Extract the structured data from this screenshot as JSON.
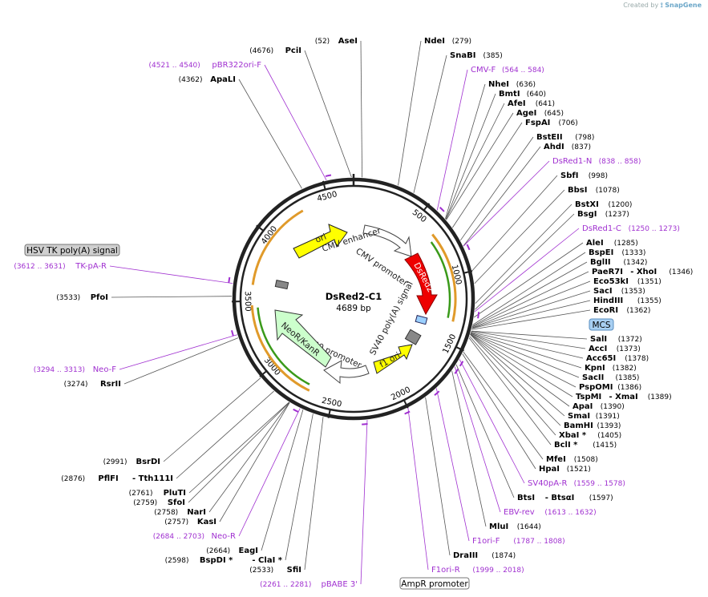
{
  "watermark": {
    "prefix": "Created by",
    "brand": "SnapGene"
  },
  "plasmid": {
    "name": "DsRed2-C1",
    "length_label": "4689 bp",
    "length": 4689
  },
  "ticks": [
    "500",
    "1000",
    "1500",
    "2000",
    "2500",
    "3000",
    "3500",
    "4000",
    "4500"
  ],
  "features_inner": [
    {
      "label": "ori",
      "color": "#ffff00"
    },
    {
      "label": "CMV enhancer",
      "color": "#ffffff"
    },
    {
      "label": "CMV promoter",
      "color": "#ffffff"
    },
    {
      "label": "DsRed2",
      "color": "#ee0000"
    },
    {
      "label": "SV40 poly(A) signal",
      "color": "#9bd0ff"
    },
    {
      "label": "f1 ori",
      "color": "#ffff00"
    },
    {
      "label": "SV40 promoter",
      "color": "#ffffff"
    },
    {
      "label": "NeoR/KanR",
      "color": "#ccffcc"
    }
  ],
  "boxed_labels": [
    "HSV TK poly(A) signal",
    "MCS",
    "AmpR promoter"
  ],
  "enzymes_right": [
    {
      "name": "NdeI",
      "pos": "(279)"
    },
    {
      "name": "SnaBI",
      "pos": "(385)"
    },
    {
      "name": "NheI",
      "pos": "(636)"
    },
    {
      "name": "BmtI",
      "pos": "(640)"
    },
    {
      "name": "AfeI",
      "pos": "(641)"
    },
    {
      "name": "AgeI",
      "pos": "(645)"
    },
    {
      "name": "FspAI",
      "pos": "(706)"
    },
    {
      "name": "BstEII",
      "pos": "(798)"
    },
    {
      "name": "AhdI",
      "pos": "(837)"
    },
    {
      "name": "SbfI",
      "pos": "(998)"
    },
    {
      "name": "BbsI",
      "pos": "(1078)"
    },
    {
      "name": "BstXI",
      "pos": "(1200)"
    },
    {
      "name": "BsgI",
      "pos": "(1237)"
    },
    {
      "name": "AleI",
      "pos": "(1285)"
    },
    {
      "name": "BspEI",
      "pos": "(1333)"
    },
    {
      "name": "BglII",
      "pos": "(1342)"
    },
    {
      "name": "PaeR7I",
      "name2": "- XhoI",
      "pos": "(1346)"
    },
    {
      "name": "Eco53kI",
      "pos": "(1351)"
    },
    {
      "name": "SacI",
      "pos": "(1353)"
    },
    {
      "name": "HindIII",
      "pos": "(1355)"
    },
    {
      "name": "EcoRI",
      "pos": "(1362)"
    },
    {
      "name": "SalI",
      "pos": "(1372)"
    },
    {
      "name": "AccI",
      "pos": "(1373)"
    },
    {
      "name": "Acc65I",
      "pos": "(1378)"
    },
    {
      "name": "KpnI",
      "pos": "(1382)"
    },
    {
      "name": "SacII",
      "pos": "(1385)"
    },
    {
      "name": "PspOMI",
      "pos": "(1386)"
    },
    {
      "name": "TspMI",
      "name2": "- XmaI",
      "pos": "(1389)"
    },
    {
      "name": "ApaI",
      "pos": "(1390)"
    },
    {
      "name": "SmaI",
      "pos": "(1391)"
    },
    {
      "name": "BamHI",
      "pos": "(1393)"
    },
    {
      "name": "XbaI *",
      "pos": "(1405)"
    },
    {
      "name": "BclI *",
      "pos": "(1415)"
    },
    {
      "name": "MfeI",
      "pos": "(1508)"
    },
    {
      "name": "HpaI",
      "pos": "(1521)"
    },
    {
      "name": "BtsI",
      "name2": "- BtsαI",
      "pos": "(1597)"
    },
    {
      "name": "MluI",
      "pos": "(1644)"
    },
    {
      "name": "DraIII",
      "pos": "(1874)"
    }
  ],
  "enzymes_left": [
    {
      "name": "AseI",
      "pos": "(52)"
    },
    {
      "name": "PciI",
      "pos": "(4676)"
    },
    {
      "name": "ApaLI",
      "pos": "(4362)"
    },
    {
      "name": "PfoI",
      "pos": "(3533)"
    },
    {
      "name": "RsrII",
      "pos": "(3274)"
    },
    {
      "name": "BsrDI",
      "pos": "(2991)"
    },
    {
      "name": "PflFI",
      "name2": "- Tth111I",
      "pos": "(2876)"
    },
    {
      "name": "PluTI",
      "pos": "(2761)"
    },
    {
      "name": "SfoI",
      "pos": "(2759)"
    },
    {
      "name": "NarI",
      "pos": "(2758)"
    },
    {
      "name": "KasI",
      "pos": "(2757)"
    },
    {
      "name": "EagI",
      "pos": "(2664)"
    },
    {
      "name": "BspDI *",
      "name2": "- ClaI *",
      "pos": "(2598)"
    },
    {
      "name": "SfiI",
      "pos": "(2533)"
    }
  ],
  "primers": [
    {
      "name": "CMV-F",
      "pos": "(564 .. 584)"
    },
    {
      "name": "DsRed1-N",
      "pos": "(838 .. 858)"
    },
    {
      "name": "DsRed1-C",
      "pos": "(1250 .. 1273)"
    },
    {
      "name": "SV40pA-R",
      "pos": "(1559 .. 1578)"
    },
    {
      "name": "EBV-rev",
      "pos": "(1613 .. 1632)"
    },
    {
      "name": "F1ori-F",
      "pos": "(1787 .. 1808)"
    },
    {
      "name": "F1ori-R",
      "pos": "(1999 .. 2018)"
    },
    {
      "name": "pBABE 3'",
      "pos": "(2261 .. 2281)"
    },
    {
      "name": "Neo-R",
      "pos": "(2684 .. 2703)"
    },
    {
      "name": "Neo-F",
      "pos": "(3294 .. 3313)"
    },
    {
      "name": "TK-pA-R",
      "pos": "(3612 .. 3631)"
    },
    {
      "name": "pBR322ori-F",
      "pos": "(4521 .. 4540)"
    }
  ],
  "colors": {
    "primer": "#a030d0",
    "backbone": "#222222",
    "orange_arc": "#e09a2a",
    "green_arc": "#3a9a1a",
    "leader": "#555555"
  }
}
